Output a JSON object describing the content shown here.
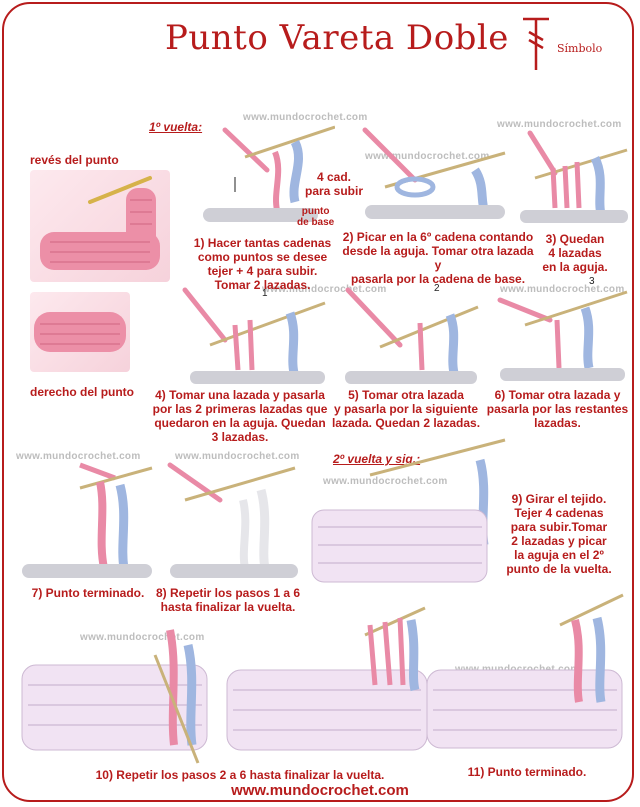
{
  "title": "Punto Vareta Doble",
  "symbol_label": "Símbolo",
  "labels": {
    "vuelta1": "1º vuelta:",
    "vuelta2": "2º vuelta y sig.:",
    "reves": "revés del punto",
    "derecho": "derecho del punto",
    "cad4": "4 cad.\npara subir",
    "punto_base": "punto\nde base"
  },
  "watermark": "www.mundocrochet.com",
  "footer": "www.mundocrochet.com",
  "steps": [
    "1) Hacer tantas cadenas\ncomo puntos se desee\ntejer + 4 para subir.\nTomar 2 lazadas.",
    "2) Picar en la 6º cadena contando\ndesde la aguja. Tomar otra lazada y\npasarla por la cadena de base.",
    "3) Quedan\n4 lazadas\nen la aguja.",
    "4) Tomar una lazada y pasarla\npor las 2 primeras lazadas que\nquedaron en la aguja. Quedan\n3 lazadas.",
    "5) Tomar otra lazada\ny pasarla por la siguiente\nlazada. Quedan 2 lazadas.",
    "6) Tomar otra lazada y\npasarla por las restantes\nlazadas.",
    "7) Punto terminado.",
    "8) Repetir los pasos 1 a 6\nhasta finalizar la vuelta.",
    "9) Girar el tejido.\nTejer 4 cadenas\npara subir.Tomar\n2 lazadas y picar\nla aguja en el 2º\npunto de la vuelta.",
    "10) Repetir los pasos 2 a 6 hasta finalizar la vuelta.",
    "11) Punto terminado."
  ],
  "step_numbers": [
    "1",
    "2",
    "3"
  ],
  "colors": {
    "accent": "#b71c1c",
    "pink": "#e98aa6",
    "blue": "#9fb6e0",
    "gray_yarn": "#cfcfd6",
    "needle": "#c9b27a"
  }
}
